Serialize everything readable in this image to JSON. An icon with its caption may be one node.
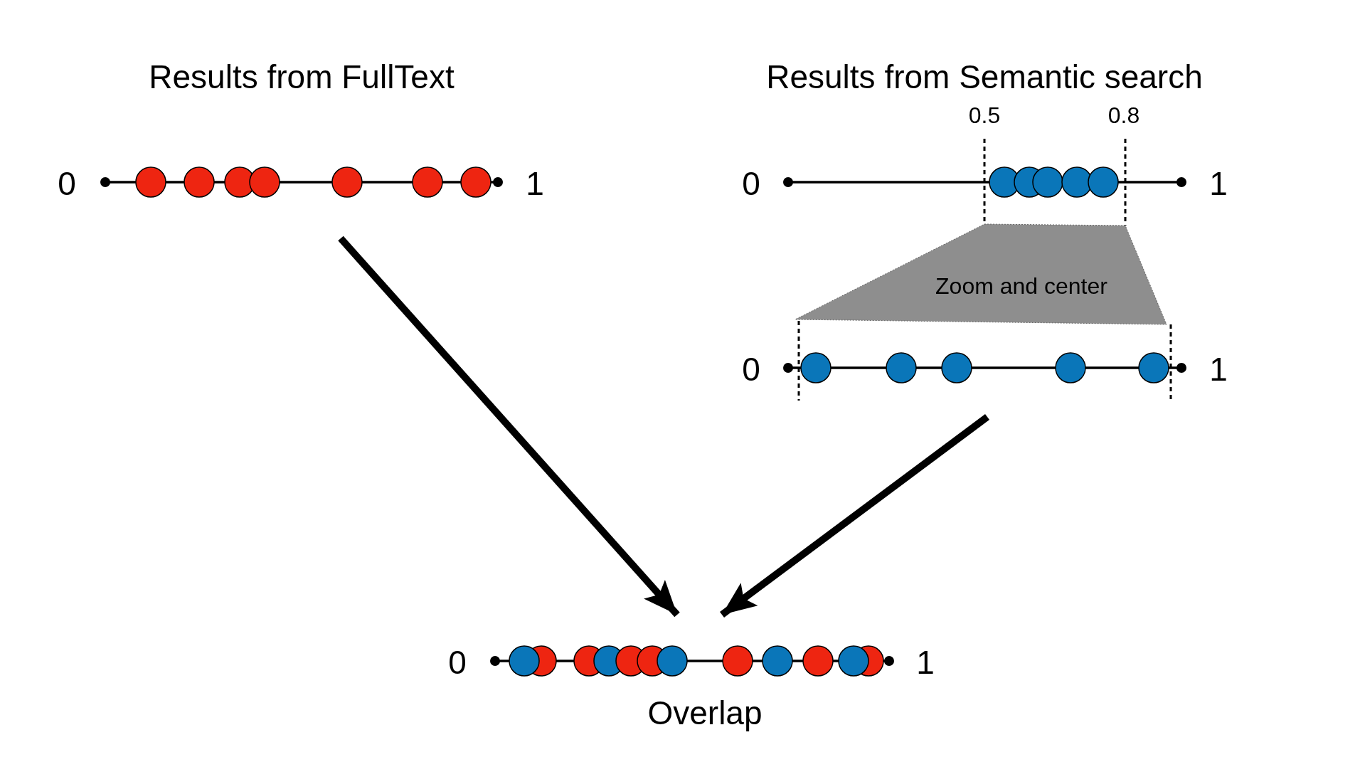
{
  "diagram": {
    "nodes": [
      {
        "text": [
          "Results from FullText",
          "0",
          "1"
        ]
      },
      {
        "text": [
          "Results from Semantic search",
          "0",
          "1"
        ]
      },
      {
        "text": [
          "Zoom and center"
        ]
      },
      {
        "text": [
          "0",
          "1"
        ]
      },
      {
        "text": [
          "0",
          "1",
          "Overlap"
        ]
      }
    ],
    "edges": [
      {
        "from": 0,
        "to": 4,
        "arrow": "to"
      },
      {
        "from": 3,
        "to": 4,
        "arrow": "to"
      }
    ],
    "labels": [
      "0.5",
      "0.8"
    ]
  }
}
